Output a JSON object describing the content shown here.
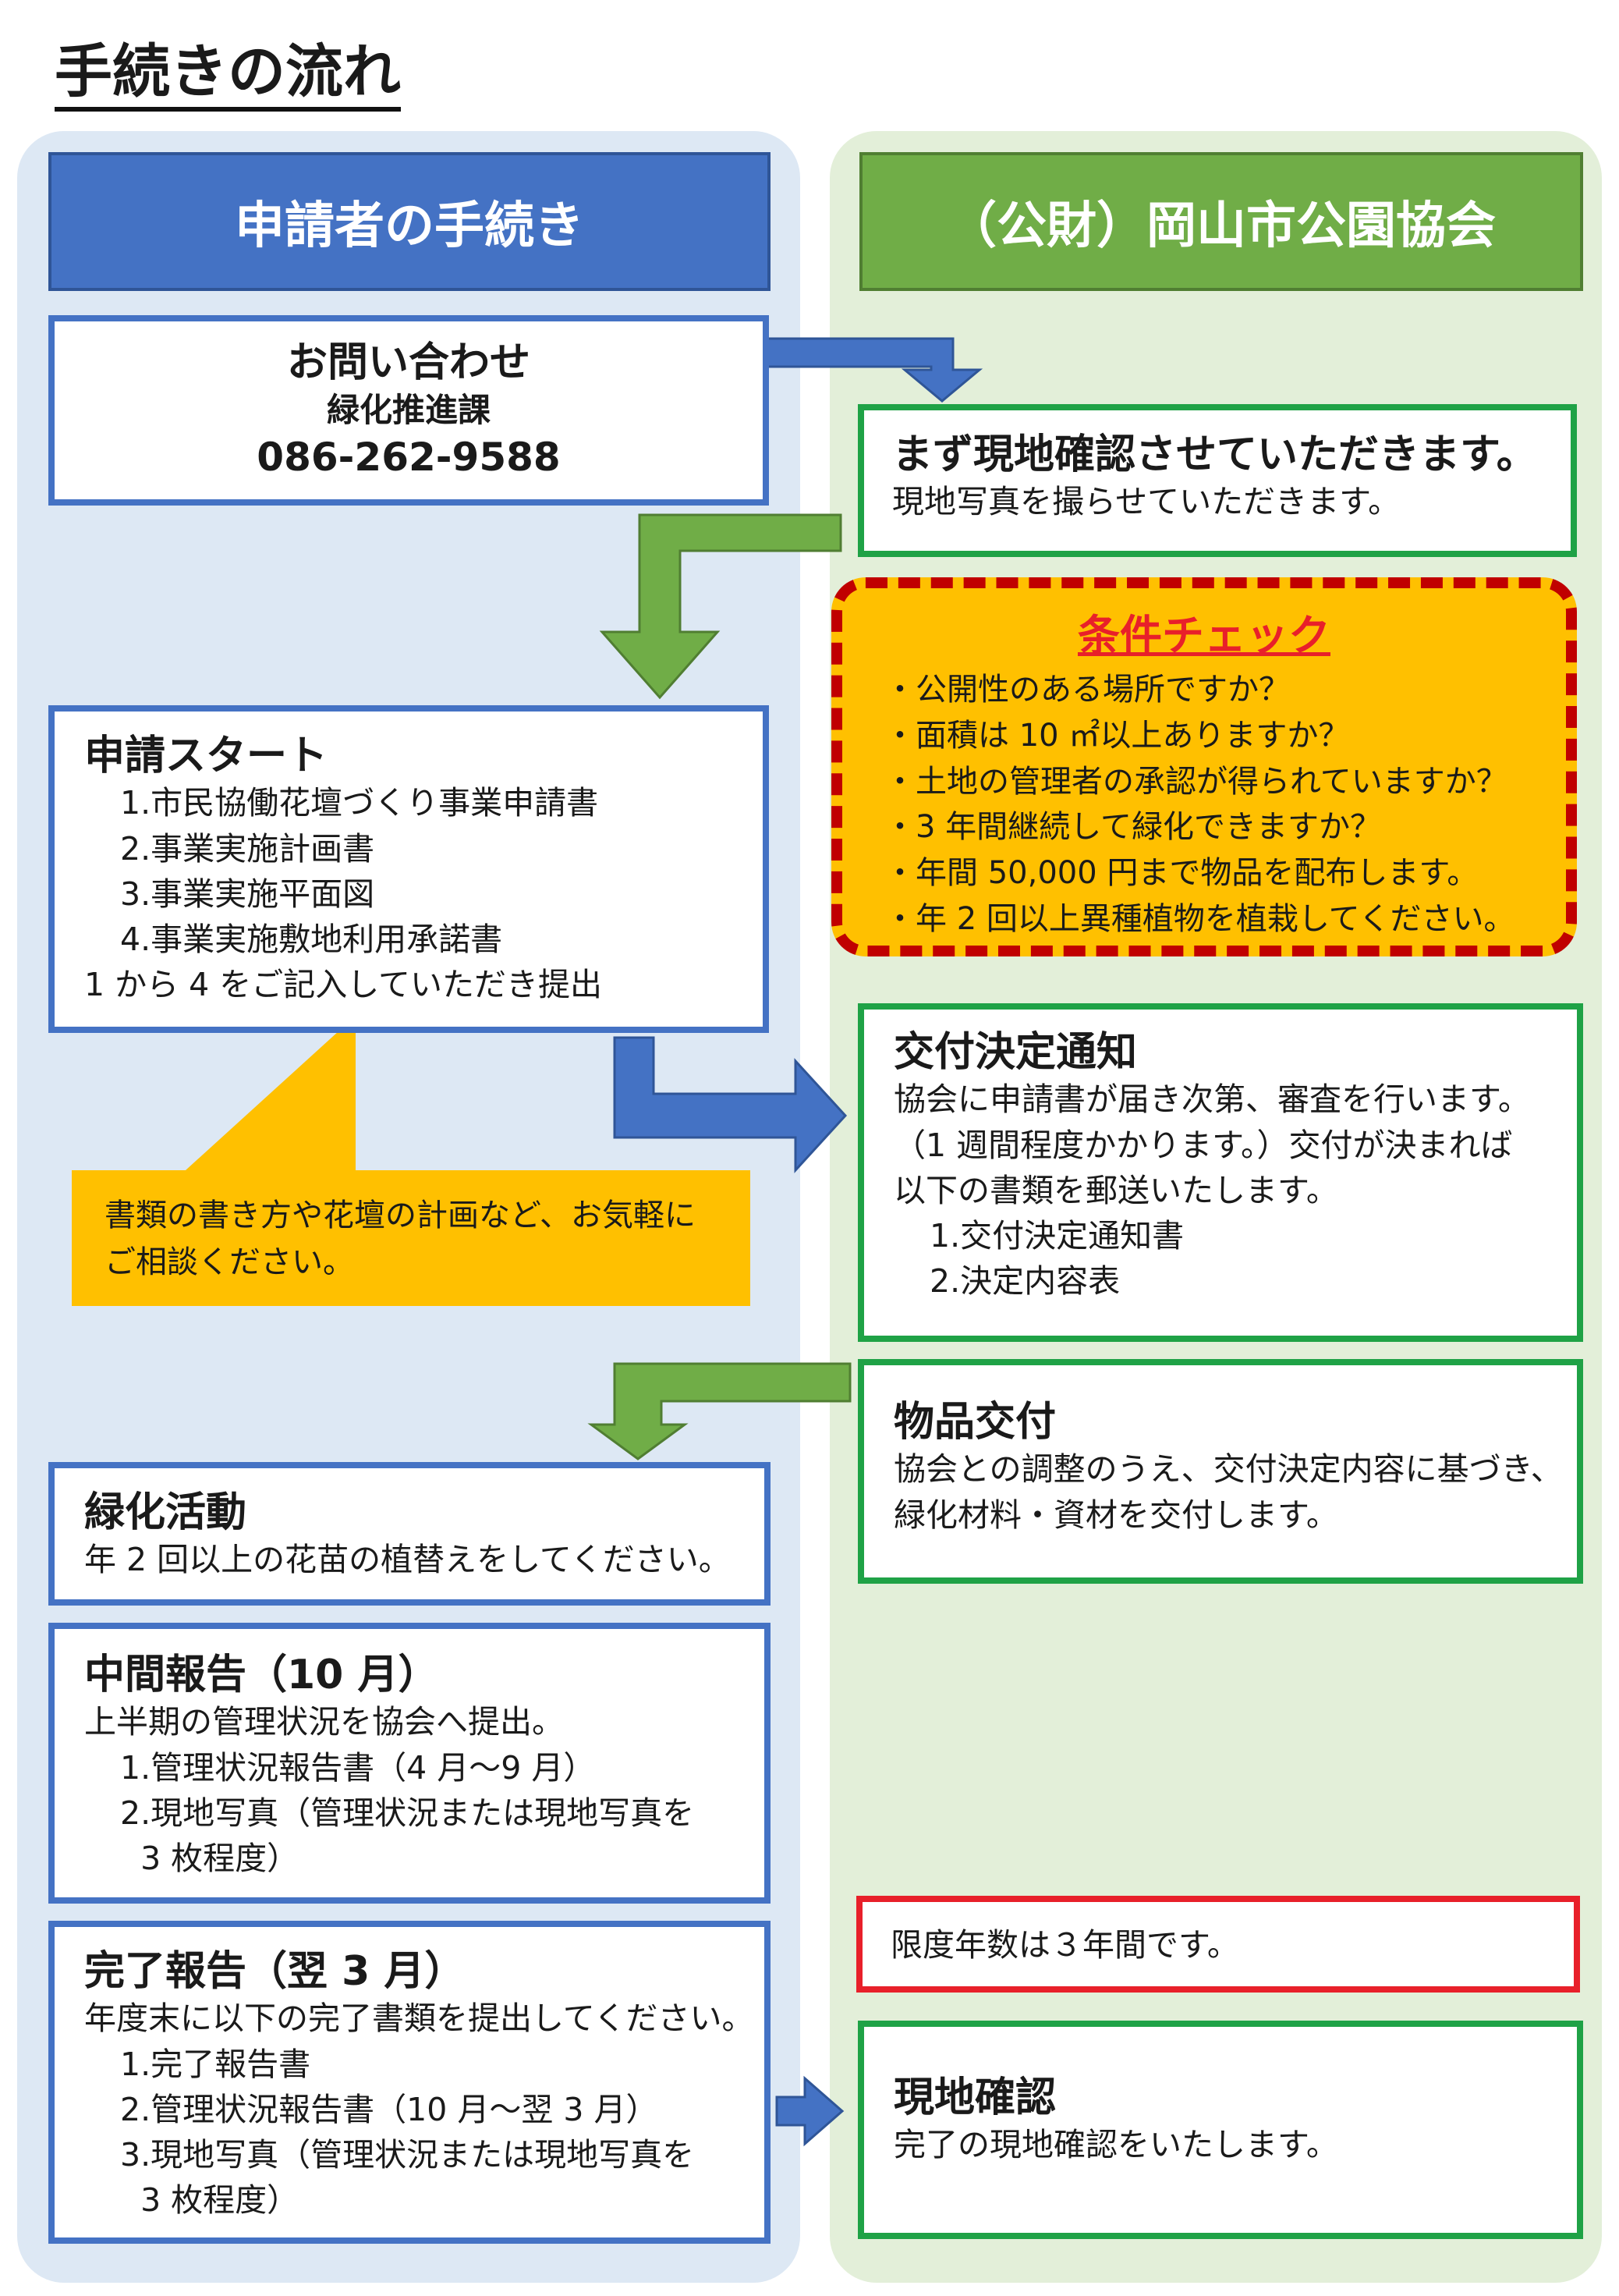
{
  "page": {
    "title": "手続きの流れ"
  },
  "columns": {
    "applicant": "申請者の手続き",
    "association": "（公財）岡山市公園協会"
  },
  "contact": {
    "title": "お問い合わせ",
    "dept": "緑化推進課",
    "phone": "086-262-9588"
  },
  "site_check": {
    "title": "まず現地確認させていただきます。",
    "text": "現地写真を撮らせていただきます。"
  },
  "conditions": {
    "title": "条件チェック",
    "items": [
      "・公開性のある場所ですか？",
      "・面積は 10 ㎡以上ありますか？",
      "・土地の管理者の承認が得られていますか？",
      "・3 年間継続して緑化できますか？",
      "・年間 50,000 円まで物品を配布します。",
      "・年 2 回以上異種植物を植栽してください。"
    ]
  },
  "application": {
    "title": "申請スタート",
    "items": [
      "1.市民協働花壇づくり事業申請書",
      "2.事業実施計画書",
      "3.事業実施平面図",
      "4.事業実施敷地利用承諾書"
    ],
    "footer": "1 から 4 をご記入していただき提出"
  },
  "consult_note": {
    "line1": "書類の書き方や花壇の計画など、お気軽に",
    "line2": "ご相談ください。"
  },
  "decision": {
    "title": "交付決定通知",
    "lines": [
      "協会に申請書が届き次第、審査を行います。",
      "（1 週間程度かかります。）交付が決まれば",
      "以下の書類を郵送いたします。"
    ],
    "items": [
      "1.交付決定通知書",
      "2.決定内容表"
    ]
  },
  "goods": {
    "title": "物品交付",
    "lines": [
      "協会との調整のうえ、交付決定内容に基づき、",
      "緑化材料・資材を交付します。"
    ]
  },
  "greening": {
    "title": "緑化活動",
    "text": "年 2 回以上の花苗の植替えをしてください。"
  },
  "interim": {
    "title": "中間報告（10 月）",
    "text": "上半期の管理状況を協会へ提出。",
    "items": [
      "1.管理状況報告書（4 月～9 月）",
      "2.現地写真（管理状況または現地写真を",
      "  3 枚程度）"
    ]
  },
  "final": {
    "title": "完了報告（翌 3 月）",
    "text": "年度末に以下の完了書類を提出してください。",
    "items": [
      "1.完了報告書",
      "2.管理状況報告書（10 月～翌 3 月）",
      "3.現地写真（管理状況または現地写真を",
      "  3 枚程度）"
    ]
  },
  "limit": {
    "text": "限度年数は３年間です。"
  },
  "final_check": {
    "title": "現地確認",
    "text": "完了の現地確認をいたします。"
  },
  "colors": {
    "blue": "#4472c4",
    "green": "#70ad47",
    "box_green_border": "#1fa246",
    "red": "#e8202a",
    "amber": "#ffc000"
  }
}
